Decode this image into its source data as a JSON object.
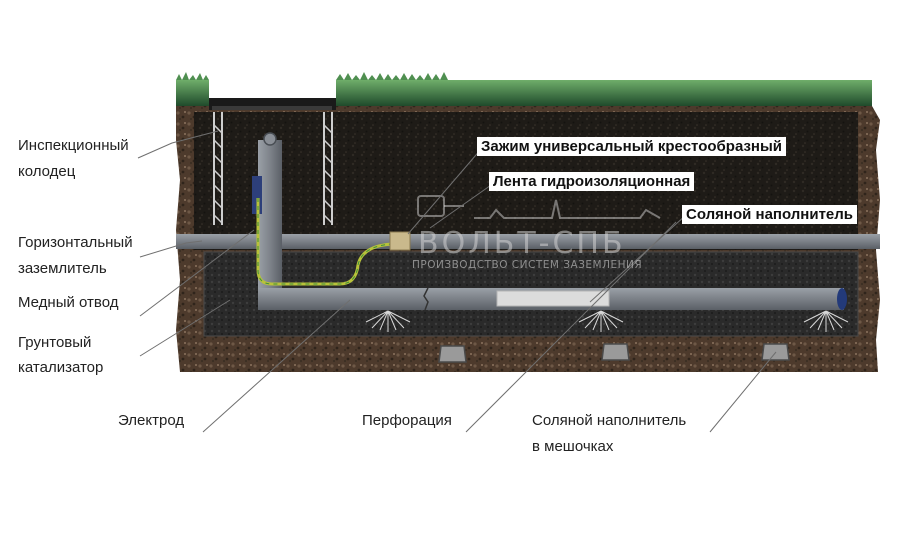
{
  "labels": {
    "inspection_well_line1": "Инспекционный",
    "inspection_well_line2": "колодец",
    "horizontal_ground_line1": "Горизонтальный",
    "horizontal_ground_line2": "заземлитель",
    "copper_branch": "Медный отвод",
    "soil_catalyst_line1": "Грунтовый",
    "soil_catalyst_line2": "катализатор",
    "electrode": "Электрод",
    "perforation": "Перфорация",
    "salt_bags_line1": "Соляной наполнитель",
    "salt_bags_line2": "в мешочках",
    "clamp": "Зажим универсальный крестообразный",
    "waterproof_tape": "Лента гидроизоляционная",
    "salt_filler": "Соляной наполнитель"
  },
  "watermark": {
    "name": "ВОЛЬТ-СПБ",
    "subtitle": "ПРОИЗВОДСТВО СИСТЕМ ЗАЗЕМЛЕНИЯ"
  },
  "colors": {
    "grass": "#2f6b3a",
    "soil_top": "#1f1c18",
    "soil_bottom": "#5a4332",
    "pipe": "#7b8087",
    "copper_wire": "#b8c23a",
    "catalyst": "#2b2b2b"
  }
}
